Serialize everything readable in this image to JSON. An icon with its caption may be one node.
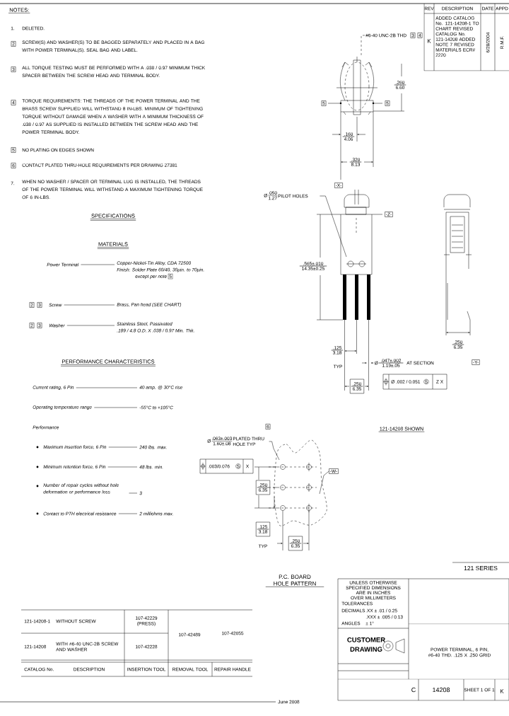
{
  "diagram": {
    "nodes": [
      {
        "text": [
          "Power Terminal"
        ]
      },
      {
        "text": [
          "Copper-Nickel-Tin Alloy, CDA 72500",
          "Finish: Solder Plate 60/40, 30µin. to 70µin.",
          "except per note"
        ]
      },
      {
        "text": [
          "Screw"
        ]
      },
      {
        "text": [
          "Brass, Pan head (SEE CHART)"
        ]
      },
      {
        "text": [
          "Washer"
        ]
      },
      {
        "text": [
          "Stainless Steel, Passivated",
          ".189 / 4.8 O.D. X .038 / 0.97 Min. Thk."
        ]
      },
      {
        "text": [
          "Current rating, 6 Pin"
        ]
      },
      {
        "text": [
          "40 amp. @ 30°C rise"
        ]
      },
      {
        "text": [
          "Operating temperature range"
        ]
      },
      {
        "text": [
          "-55°C to +105°C"
        ]
      },
      {
        "text": [
          "Maximum insertion force, 6 Pin"
        ]
      },
      {
        "text": [
          "240 lbs. max."
        ]
      },
      {
        "text": [
          "Minimum retention force, 6 Pin"
        ]
      },
      {
        "text": [
          "48 lbs. min."
        ]
      },
      {
        "text": [
          "Number of repair cycles without hole deformation or performance loss"
        ]
      },
      {
        "text": [
          "3"
        ]
      },
      {
        "text": [
          "Contact to PTH electrical resistance"
        ]
      },
      {
        "text": [
          "2 milliohms max."
        ]
      },
      {
        "text": [
          "#6-40 UNC-2B THD"
        ]
      },
      {
        "text": [
          "Ø",
          ".050",
          "1.27",
          "PILOT HOLES"
        ]
      },
      {
        "text": [
          "Ø",
          ".063±.003",
          "1.60±.08",
          "PLATED THRU HOLE TYP"
        ]
      },
      {
        "text": [
          "-W-"
        ]
      },
      {
        "text": [],
        "shape": "picture"
      }
    ],
    "edges": [
      {
        "from": 0,
        "to": 1,
        "arrow": "none"
      },
      {
        "from": 2,
        "to": 3,
        "arrow": "none"
      },
      {
        "from": 4,
        "to": 5,
        "arrow": "none"
      },
      {
        "from": 6,
        "to": 7,
        "arrow": "none"
      },
      {
        "from": 8,
        "to": 9,
        "arrow": "none"
      },
      {
        "from": 10,
        "to": 11,
        "arrow": "none"
      },
      {
        "from": 12,
        "to": 13,
        "arrow": "none"
      },
      {
        "from": 14,
        "to": 15,
        "arrow": "none"
      },
      {
        "from": 16,
        "to": 17,
        "arrow": "none"
      },
      {
        "from": 18,
        "to": 22,
        "arrow": "none",
        "style": "dashed"
      },
      {
        "from": 19,
        "to": null,
        "arrow": "none"
      },
      {
        "from": 20,
        "to": null,
        "arrow": "none"
      },
      {
        "from": 21,
        "to": null,
        "arrow": "none"
      }
    ],
    "labels": [
      "NOTES:",
      "1.",
      "DELETED.",
      "2",
      "SCREW(S) AND WASHER(S) TO BE BAGGED SEPARATELY AND PLACED IN A BAG WITH POWER TERMINAL(S). SEAL BAG AND LABEL.",
      "3",
      "ALL TORQUE TESTING MUST BE PERFORMED WITH A .038 / 0.97 MINIMUM THICK SPACER BETWEEN THE SCREW HEAD AND TERMINAL BODY.",
      "4",
      "TORQUE REQUIREMENTS: THE THREADS OF THE POWER TERMINAL AND THE BRASS SCREW SUPPLIED WILL WITHSTAND 8 IN-LBS. MINIMUM OF TIGHTENING TORQUE WITHOUT DAMAGE WHEN A WASHER WITH A MINIMUM THICKNESS OF .038 / 0.97 AS SUPPLIED IS INSTALLED BETWEEN THE SCREW HEAD AND THE POWER TERMINAL BODY.",
      "5",
      "NO PLATING ON EDGES SHOWN",
      "6",
      "CONTACT PLATED THRU-HOLE REQUIREMENTS PER DRAWING 27381",
      "7.",
      "WHEN NO WASHER / SPACER OR TERMINAL LUG IS INSTALLED, THE THREADS OF THE POWER TERMINAL WILL WITHSTAND A MAXIMUM TIGHTENING TORQUE OF 6 IN-LBS.",
      "SPECIFICATIONS",
      "MATERIALS",
      "5",
      "2",
      "3",
      "2",
      "3",
      "PERFORMANCE CHARACTERISTICS",
      "Performance",
      "REV",
      "DESCRIPTION",
      "DATE",
      "APPD",
      "K",
      "ADDED CATALOG No. 121-14208-1 TO CHART REVISED CATALOG No. 121-14208 ADDED NOTE 7 REVISED MATERIALS ECR# 2220",
      "6/28/2004",
      "R.M.F.",
      "3",
      "4",
      "5",
      "5",
      ".260",
      "6.60",
      ".160",
      "4.06",
      ".320",
      "8.13",
      "-X-",
      "-Z-",
      ".565±.010",
      "14.35±0.25",
      ".125",
      "3.18",
      "TYP",
      ".250",
      "6.35",
      "Ø",
      ".047±.002",
      "1.19±.05",
      "AT SECTION",
      "Ø .002 / 0.051",
      "S",
      "Z X",
      "-Y-",
      ".250",
      "6.35",
      "121-14208 SHOWN",
      "6",
      ".003/0.076",
      "S",
      "X",
      ".250",
      "6.35",
      ".125",
      "3.18",
      "TYP",
      ".250",
      "6.35",
      "P.C. BOARD HOLE PATTERN",
      "121 SERIES",
      "UNLESS OTHERWISE SPECIFIED DIMENSIONS ARE IN INCHES OVER MILLIMETERS",
      "TOLERANCES",
      "DECIMALS",
      ".XX ± .01 / 0.25",
      ".XXX ± .005 / 0.13",
      "ANGLES",
      "± 1°",
      "CUSTOMER DRAWING",
      "POWER TERMINAL, 6 PIN, #6-40 THD. .125 X .250 GRID",
      "C",
      "14208",
      "SHEET 1 OF 1",
      "K",
      "121-14208-1",
      "WITHOUT SCREW",
      "107-42229 (PRESS)",
      "107-42489",
      "107-42055",
      "121-14208",
      "WITH #6-40 UNC-2B SCREW AND WASHER",
      "107-42228",
      "CATALOG No.",
      "DESCRIPTION",
      "INSERTION TOOL",
      "REMOVAL TOOL",
      "REPAIR HANDLE",
      "June 2008"
    ]
  }
}
